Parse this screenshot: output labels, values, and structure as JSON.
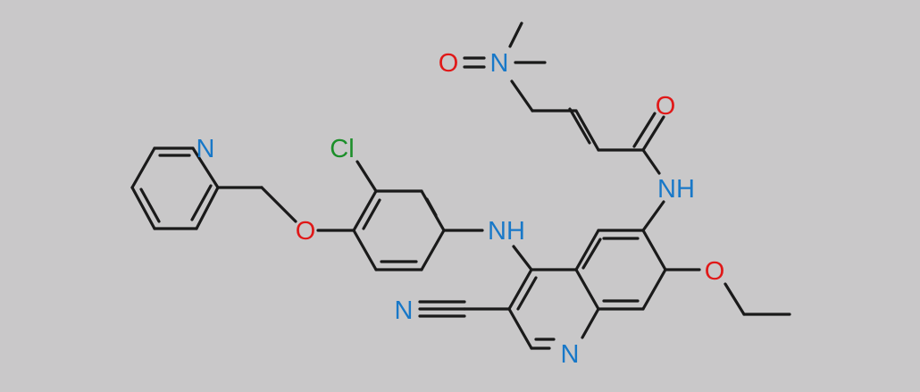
{
  "molecule": {
    "atoms": {
      "pyridine_n": {
        "text": "N",
        "color": "#1878c8"
      },
      "chlorine": {
        "text": "Cl",
        "color": "#1c8f2a"
      },
      "ether_o": {
        "text": "O",
        "color": "#e01818"
      },
      "amine_nh": {
        "text": "NH",
        "color": "#1878c8"
      },
      "amide_nh": {
        "text": "NH",
        "color": "#1878c8"
      },
      "amide_o": {
        "text": "O",
        "color": "#e01818"
      },
      "n_oxide_n": {
        "text": "N",
        "color": "#1878c8"
      },
      "n_oxide_o": {
        "text": "O",
        "color": "#e01818"
      },
      "ethoxy_o": {
        "text": "O",
        "color": "#e01818"
      },
      "nitrile_n": {
        "text": "N",
        "color": "#1878c8"
      },
      "quinoline_n": {
        "text": "N",
        "color": "#1878c8"
      }
    },
    "bond_color": "#1a1a1a",
    "background": "#c9c8c9"
  }
}
